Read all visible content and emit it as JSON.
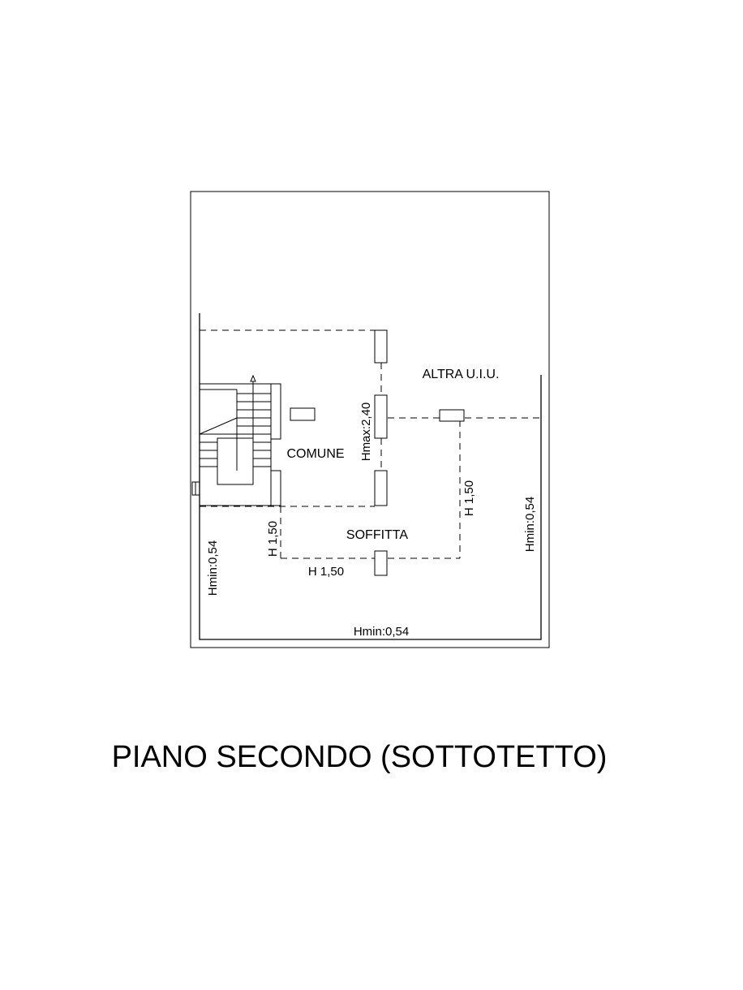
{
  "rooms": {
    "altra": "ALTRA U.I.U.",
    "comune": "COMUNE",
    "soffitta": "SOFFITTA"
  },
  "heights": {
    "hmax_stair": "Hmax:2,40",
    "h150_left": "H 1,50",
    "h150_bottom": "H 1,50",
    "h150_right": "H 1,50",
    "hmin_left": "Hmin:0,54",
    "hmin_right": "Hmin:0,54",
    "hmin_bottom": "Hmin:0,54"
  },
  "title": "PIANO SECONDO (SOTTOTETTO)"
}
